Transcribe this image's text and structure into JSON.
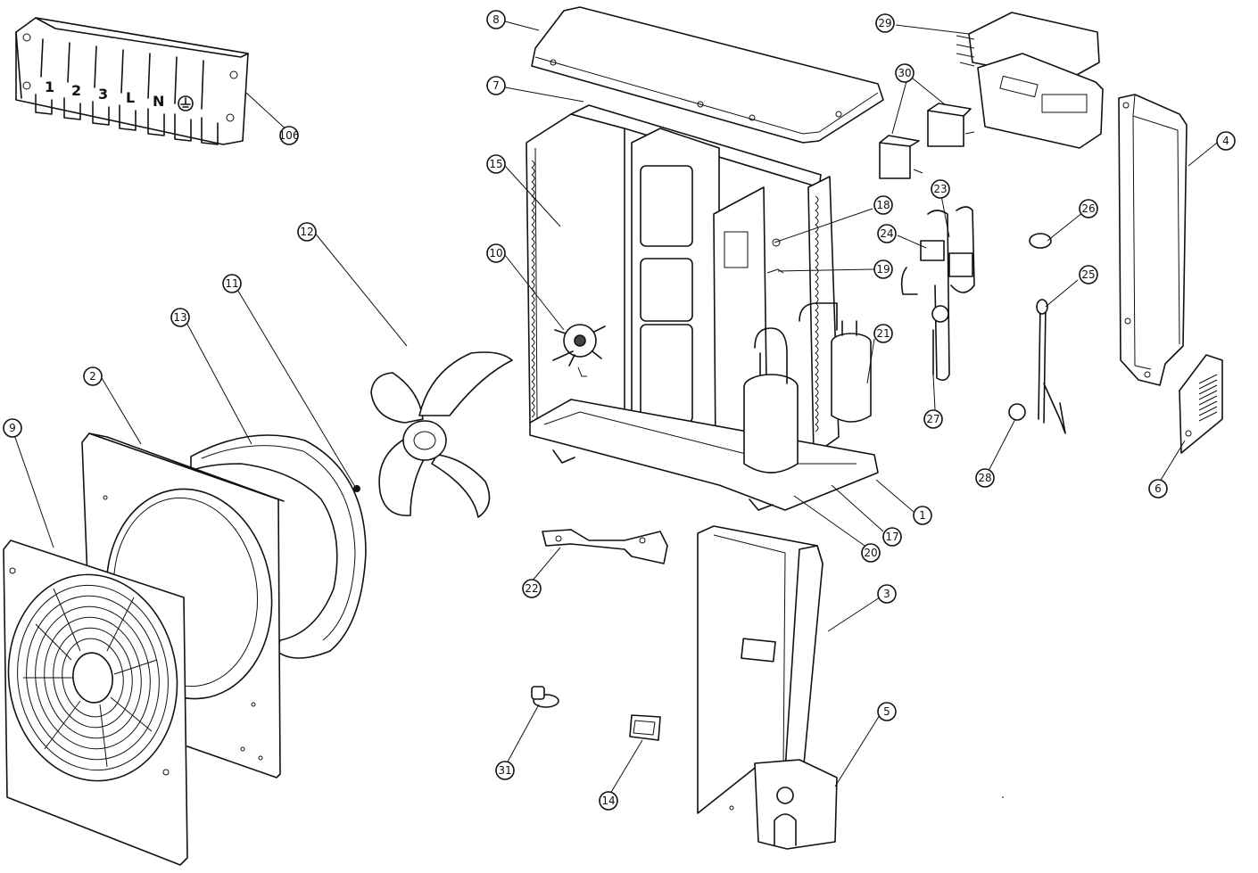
{
  "terminal_block": {
    "labels": [
      "1",
      "2",
      "3",
      "L",
      "N"
    ],
    "ground_icon": "earth-ground-icon"
  },
  "callouts": [
    {
      "id": "106",
      "text": "106"
    },
    {
      "id": "8",
      "text": "8"
    },
    {
      "id": "7",
      "text": "7"
    },
    {
      "id": "15",
      "text": "15"
    },
    {
      "id": "10",
      "text": "10"
    },
    {
      "id": "12",
      "text": "12"
    },
    {
      "id": "11",
      "text": "11"
    },
    {
      "id": "13",
      "text": "13"
    },
    {
      "id": "2",
      "text": "2"
    },
    {
      "id": "9",
      "text": "9"
    },
    {
      "id": "29",
      "text": "29"
    },
    {
      "id": "30",
      "text": "30"
    },
    {
      "id": "4",
      "text": "4"
    },
    {
      "id": "18",
      "text": "18"
    },
    {
      "id": "23",
      "text": "23"
    },
    {
      "id": "26",
      "text": "26"
    },
    {
      "id": "24",
      "text": "24"
    },
    {
      "id": "19",
      "text": "19"
    },
    {
      "id": "25",
      "text": "25"
    },
    {
      "id": "21",
      "text": "21"
    },
    {
      "id": "27",
      "text": "27"
    },
    {
      "id": "28",
      "text": "28"
    },
    {
      "id": "6",
      "text": "6"
    },
    {
      "id": "1",
      "text": "1"
    },
    {
      "id": "17",
      "text": "17"
    },
    {
      "id": "20",
      "text": "20"
    },
    {
      "id": "22",
      "text": "22"
    },
    {
      "id": "3",
      "text": "3"
    },
    {
      "id": "5",
      "text": "5"
    },
    {
      "id": "31",
      "text": "31"
    },
    {
      "id": "14",
      "text": "14"
    }
  ]
}
